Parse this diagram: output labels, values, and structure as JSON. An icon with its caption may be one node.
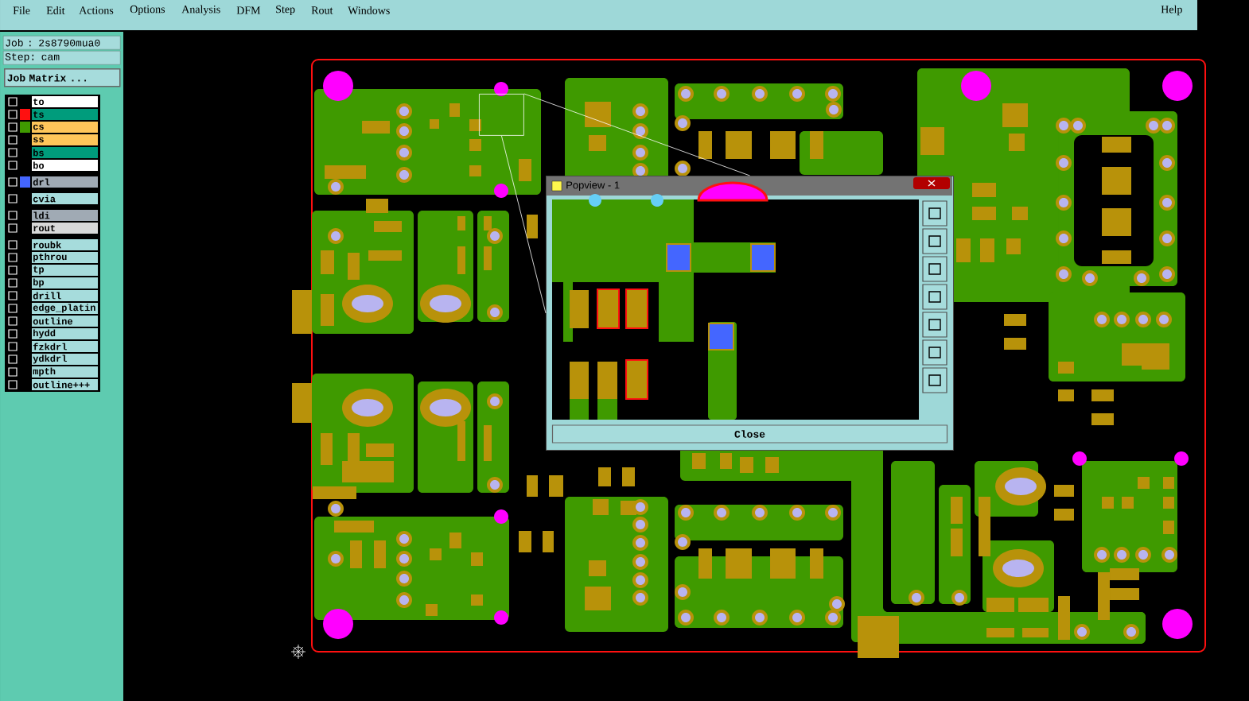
{
  "diagram": {
    "nodes": [
      {
        "text": [
          "Popview - 1"
        ]
      },
      {
        "text": [
          "Close"
        ],
        "in": 0
      },
      {
        "text": [],
        "shape": "box"
      }
    ],
    "edges": [
      {
        "from": 2,
        "to": 0,
        "arrow": "none"
      },
      {
        "from": 2,
        "to": 0,
        "arrow": "none"
      }
    ],
    "labels": [
      "File",
      "Edit",
      "Actions",
      "Options",
      "Analysis",
      "DFM",
      "Step",
      "Rout",
      "Windows",
      "Help",
      "Job : 2s8790mua0",
      "Step: cam",
      "Job Matrix ...",
      "to",
      "ts",
      "cs",
      "ss",
      "bs",
      "bo",
      "drl",
      "cvia",
      "ldi",
      "rout",
      "roubk",
      "pthrou",
      "tp",
      "bp",
      "drill",
      "edge_platin",
      "outline",
      "hydd",
      "fzkdrl",
      "ydkdrl",
      "mpth",
      "outline+++"
    ]
  }
}
